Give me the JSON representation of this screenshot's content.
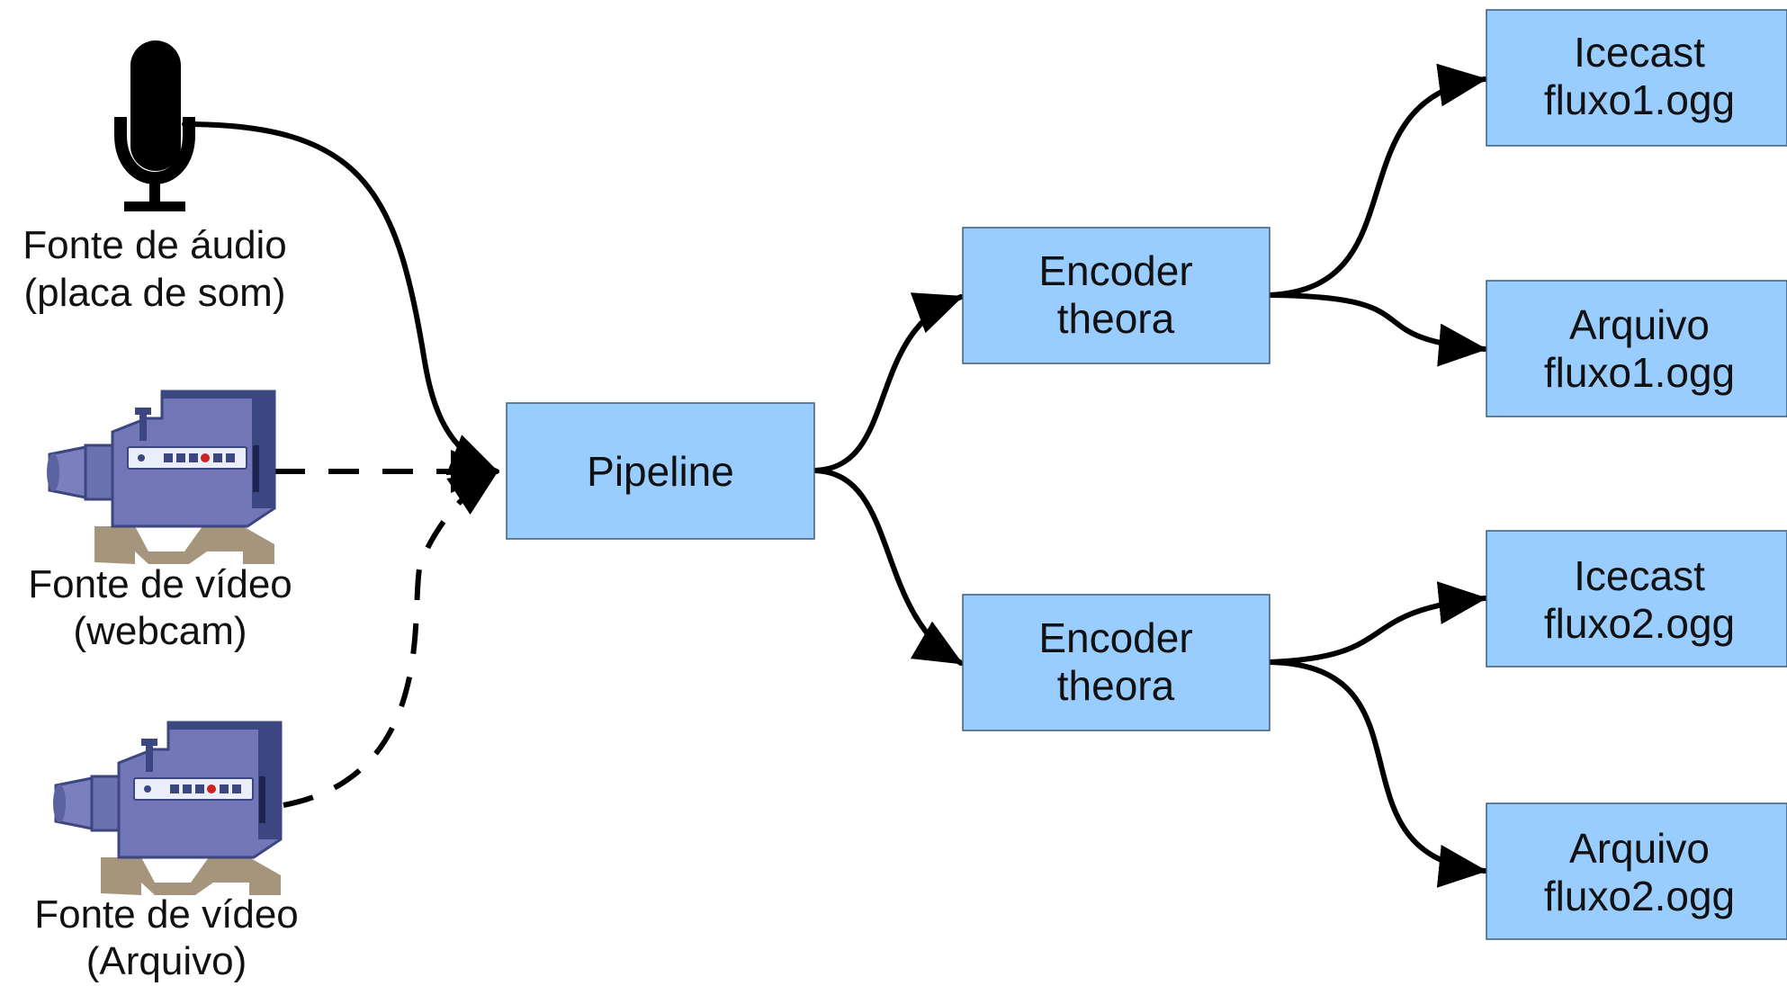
{
  "sources": {
    "audio": {
      "line1": "Fonte de áudio",
      "line2": "(placa de som)",
      "icon": "microphone-icon"
    },
    "webcam": {
      "line1": "Fonte de vídeo",
      "line2": "(webcam)",
      "icon": "video-camera-icon"
    },
    "file": {
      "line1": "Fonte de vídeo",
      "line2": "(Arquivo)",
      "icon": "video-camera-icon"
    }
  },
  "pipeline": {
    "label": "Pipeline"
  },
  "encoders": [
    {
      "line1": "Encoder",
      "line2": "theora"
    },
    {
      "line1": "Encoder",
      "line2": "theora"
    }
  ],
  "outputs": [
    {
      "line1": "Icecast",
      "line2": "fluxo1.ogg"
    },
    {
      "line1": "Arquivo",
      "line2": "fluxo1.ogg"
    },
    {
      "line1": "Icecast",
      "line2": "fluxo2.ogg"
    },
    {
      "line1": "Arquivo",
      "line2": "fluxo2.ogg"
    }
  ],
  "colors": {
    "box_fill": "#99ccff",
    "box_stroke": "#3d5c7a",
    "camera_body": "#7377b8",
    "camera_dark": "#3c4680",
    "camera_stand": "#a4957c",
    "line": "#000000"
  }
}
